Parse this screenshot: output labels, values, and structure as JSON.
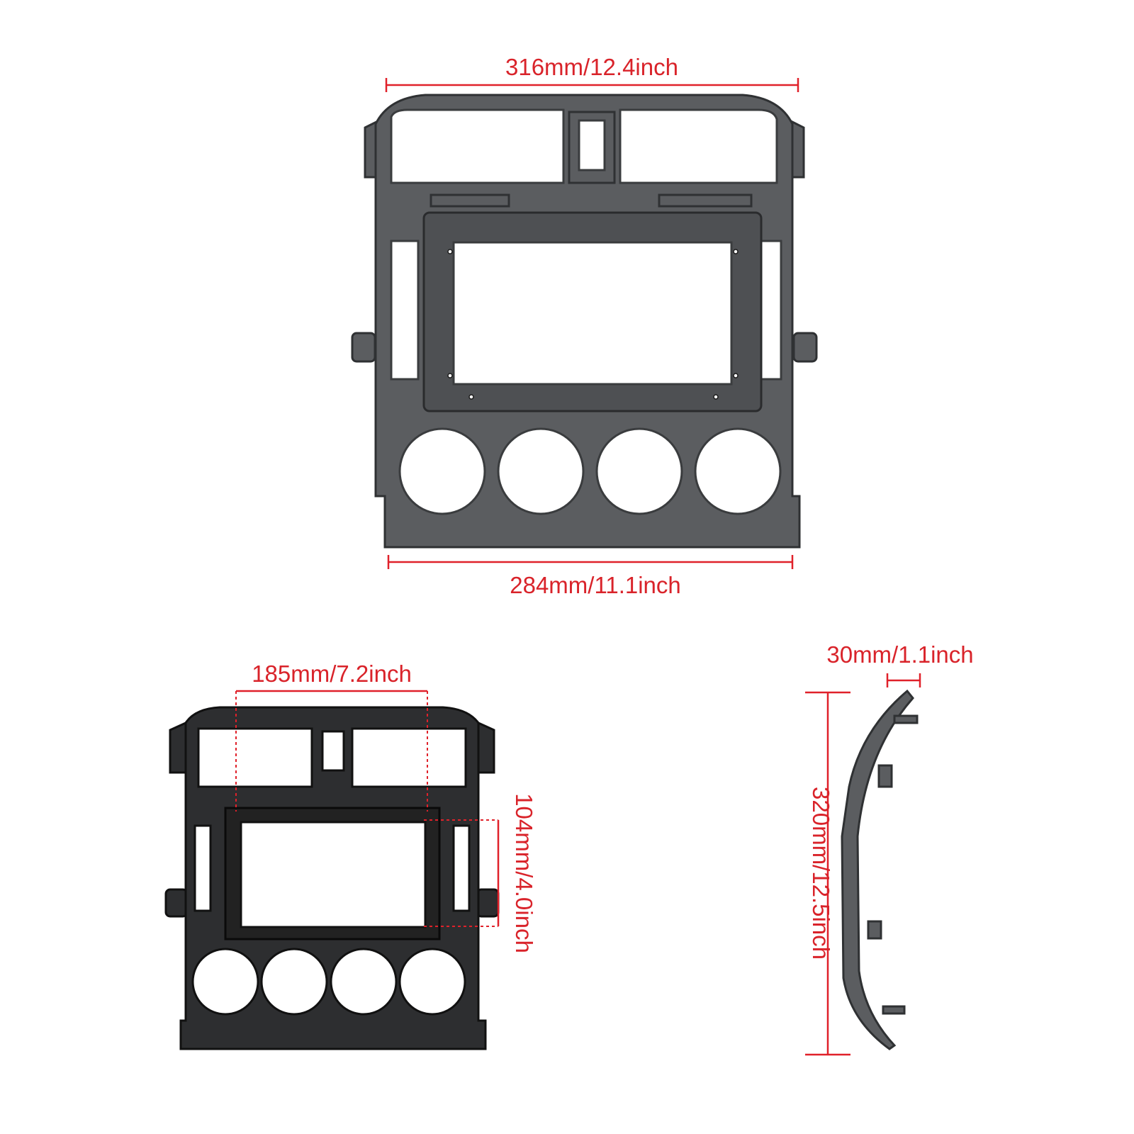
{
  "colors": {
    "dimension": "#e0212a",
    "panel_front": "#5b5d60",
    "panel_back": "#2d2e30",
    "background": "#ffffff"
  },
  "front_view": {
    "top_width": "316mm/12.4inch",
    "bottom_width": "284mm/11.1inch"
  },
  "back_view": {
    "screen_width": "185mm/7.2inch",
    "screen_height": "104mm/4.0inch"
  },
  "side_view": {
    "depth": "30mm/1.1inch",
    "height": "320mm/12.5inch"
  }
}
